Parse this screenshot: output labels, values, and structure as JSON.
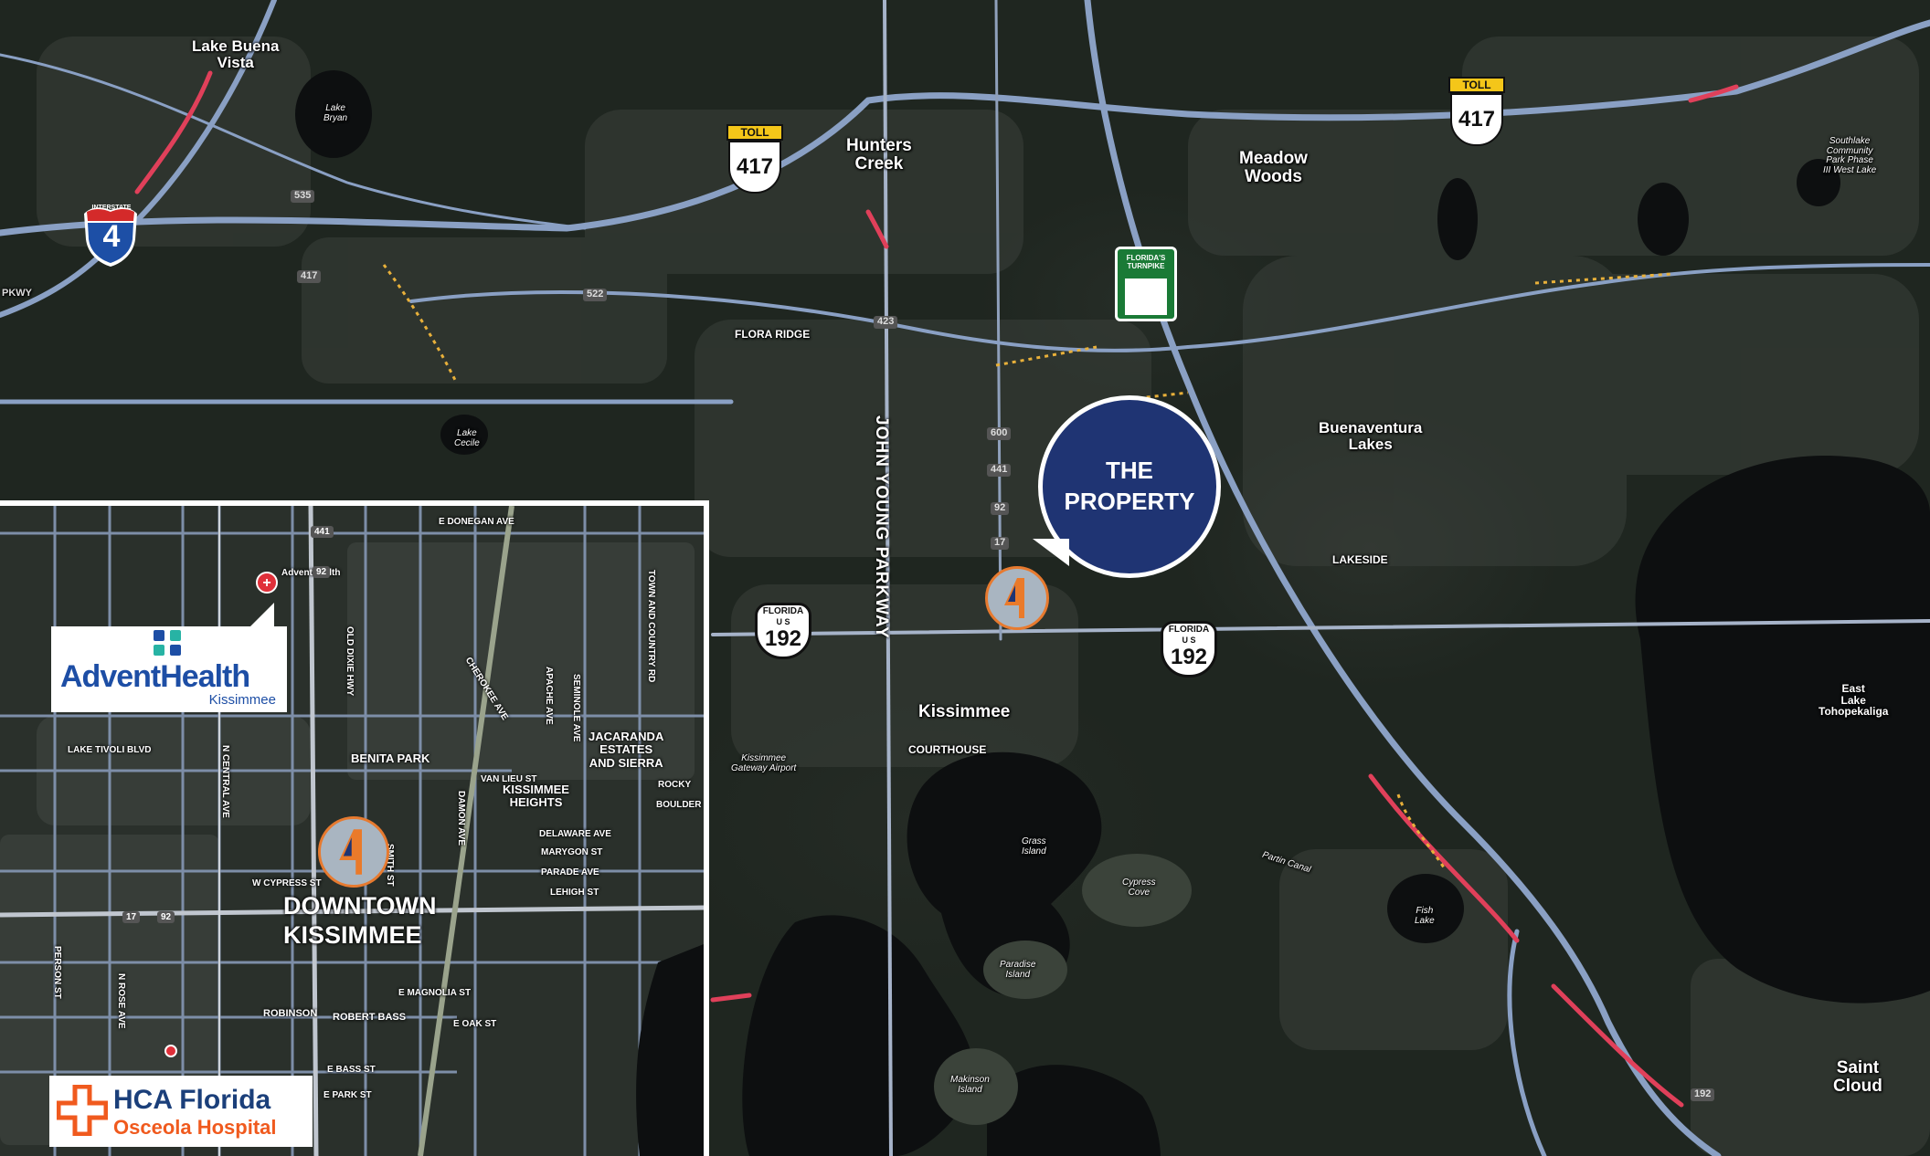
{
  "map": {
    "property_label_line1": "THE",
    "property_label_line2": "PROPERTY",
    "places": {
      "lake_buena_vista": "Lake Buena\nVista",
      "lake_bryan": "Lake\nBryan",
      "hunters_creek": "Hunters\nCreek",
      "meadow_woods": "Meadow\nWoods",
      "buenaventura_lakes": "Buenaventura\nLakes",
      "lakeside": "LAKESIDE",
      "kissimmee": "Kissimmee",
      "courthouse": "COURTHOUSE",
      "gateway_airport": "Kissimmee\nGateway Airport",
      "grass_island": "Grass\nIsland",
      "cypress_cove": "Cypress\nCove",
      "paradise_island": "Paradise\nIsland",
      "makinson_island": "Makinson\nIsland",
      "fish_lake": "Fish\nLake",
      "partin_canal": "Partin Canal",
      "east_lake_toho": "East\nLake\nTohopekaliga",
      "saint_cloud": "Saint\nCloud",
      "flora_ridge": "FLORA RIDGE",
      "lake_cecile": "Lake\nCecile",
      "southlake": "Southlake\nCommunity\nPark Phase\nIII West Lake"
    },
    "roads": {
      "john_young_parkway": "JOHN YOUNG PARKWAY",
      "kpkwy": "PKWY"
    },
    "shields": {
      "interstate_label": "INTERSTATE",
      "interstate_num": "4",
      "toll_label": "TOLL",
      "toll_num": "417",
      "florida_label": "FLORIDA",
      "us_label": "U S",
      "us_num": "192",
      "turnpike_label": "FLORIDA'S\nTURNPIKE"
    },
    "route_badges": [
      "535",
      "417",
      "522",
      "423",
      "441",
      "600",
      "92",
      "17",
      "192"
    ]
  },
  "inset": {
    "streets": {
      "donegan": "E DONEGAN AVE",
      "adventhealth_pin": "AdventHealth",
      "old_dixie": "OLD DIXIE HWY",
      "cherokee": "CHEROKEE AVE",
      "apache": "APACHE AVE",
      "seminole": "SEMINOLE AVE",
      "town_country": "TOWN AND COUNTRY RD",
      "lake_tivoli": "LAKE TIVOLI BLVD",
      "central": "N CENTRAL AVE",
      "van_lieu": "VAN LIEU ST",
      "damon": "DAMON AVE",
      "rocky": "ROCKY",
      "boulder": "BOULDER",
      "delaware": "DELAWARE AVE",
      "marygon": "MARYGON ST",
      "parade": "PARADE AVE",
      "lehigh": "LEHIGH ST",
      "cypress": "W CYPRESS ST",
      "smith": "SMITH ST",
      "magnolia": "E MAGNOLIA ST",
      "robinson": "ROBINSON",
      "robert_bass": "ROBERT BASS",
      "oak": "E OAK ST",
      "bass": "E BASS ST",
      "park": "E PARK ST",
      "rose": "N ROSE AVE",
      "person": "PERSON ST"
    },
    "areas": {
      "benita_park": "BENITA PARK",
      "jacaranda": "JACARANDA\nESTATES\nAND SIERRA",
      "kissimmee_heights": "KISSIMMEE\nHEIGHTS",
      "downtown1": "DOWNTOWN",
      "downtown2": "KISSIMMEE"
    },
    "route_badges": [
      "441",
      "92",
      "17",
      "92"
    ],
    "advent_name": "AdventHealth",
    "advent_sub": "Kissimmee",
    "hca_name": "HCA Florida",
    "hca_sub": "Osceola Hospital"
  }
}
